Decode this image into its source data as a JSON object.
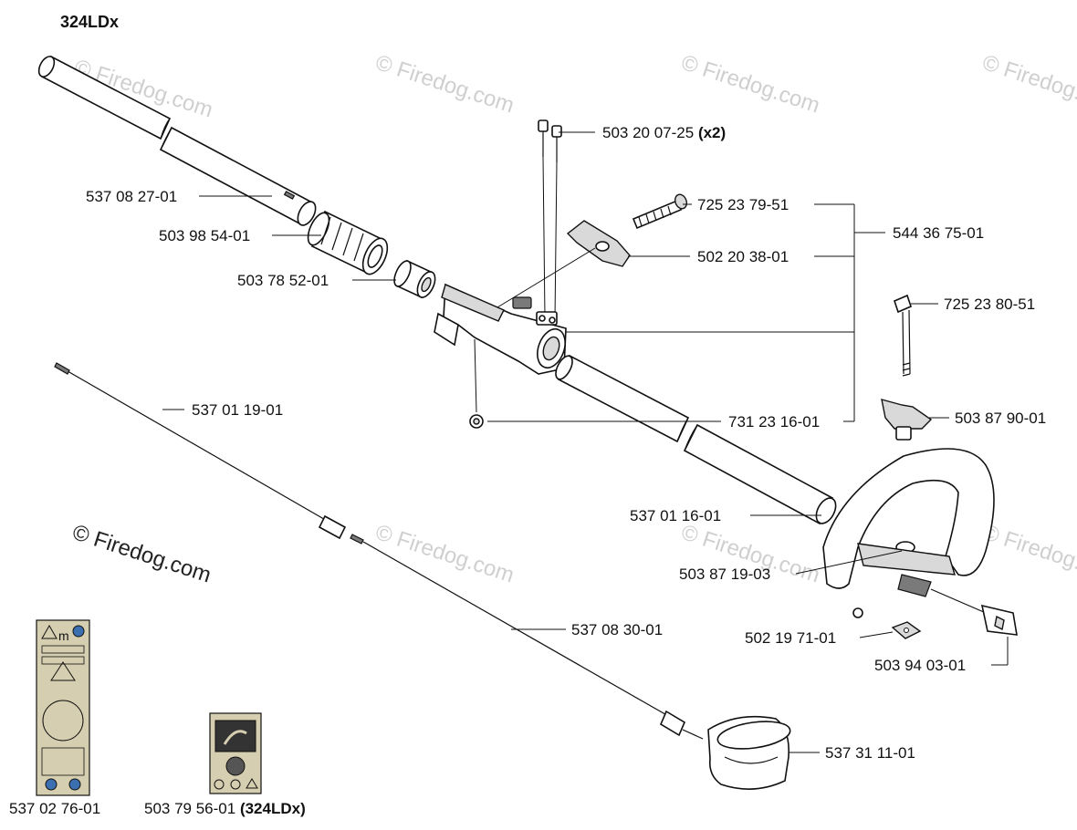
{
  "model_title": "324LDx",
  "watermark": "© Firedog.com",
  "labels": {
    "bolt_pair": "503 20 07-25",
    "bolt_pair_qty": "(x2)",
    "tube_upper": "537 08 27-01",
    "coupling_sleeve": "503 98 54-01",
    "bushing": "503 78 52-01",
    "screw_long": "725 23 79-51",
    "knob": "502 20 38-01",
    "kit": "544 36 75-01",
    "bolt_handle": "725 23 80-51",
    "drive_shaft": "537 01 19-01",
    "tube_middle": "731 23 16-01",
    "wing_nut": "503 87 90-01",
    "tube_lower": "537 01 16-01",
    "handle": "503 87 19-03",
    "flex_shaft": "537 08 30-01",
    "square_nut": "502 19 71-01",
    "clamp": "503 94 03-01",
    "guard": "537 31 11-01",
    "decal_warning": "537 02 76-01",
    "decal_head": "503 79 56-01",
    "decal_head_model": "(324LDx)"
  }
}
